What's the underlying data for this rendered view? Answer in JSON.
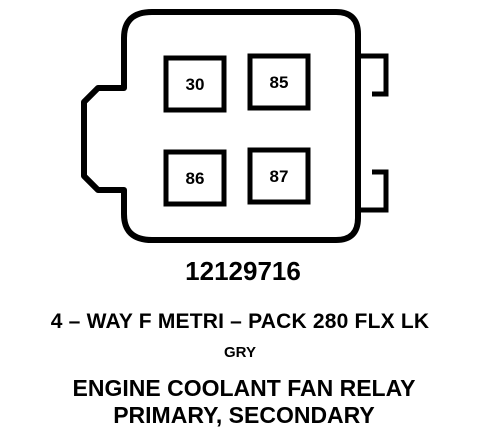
{
  "connector": {
    "pins": [
      {
        "label": "30"
      },
      {
        "label": "85"
      },
      {
        "label": "86"
      },
      {
        "label": "87"
      }
    ]
  },
  "part_number": "12129716",
  "description": "4 – WAY F METRI – PACK 280 FLX LK",
  "color_code": "GRY",
  "function_line_1": "ENGINE COOLANT FAN RELAY",
  "function_line_2": "PRIMARY, SECONDARY"
}
